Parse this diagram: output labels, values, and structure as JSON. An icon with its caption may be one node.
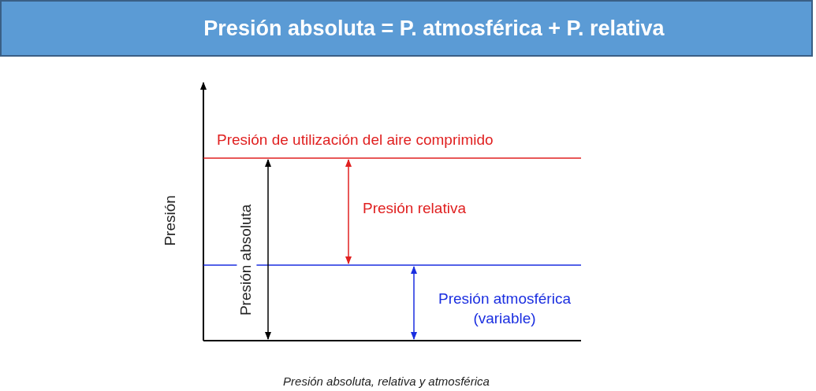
{
  "diagram": {
    "title": "Presión absoluta = P. atmosférica + P. relativa",
    "caption": "Presión absoluta, relativa y atmosférica",
    "labels": [
      "Presión de utilización del aire comprimido",
      "Presión",
      "Presión absoluta",
      "Presión relativa",
      "Presión atmosférica (variable)"
    ]
  }
}
